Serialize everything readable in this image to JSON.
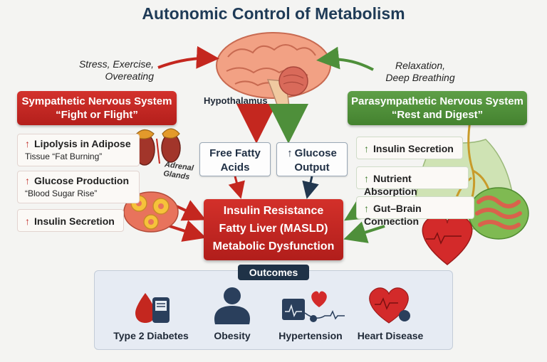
{
  "title": "Autonomic Control of Metabolism",
  "triggers": {
    "stress": [
      "Stress, Exercise,",
      "Overeating"
    ],
    "relax": [
      "Relaxation,",
      "Deep Breathing"
    ]
  },
  "brain": {
    "label": "Hypothalamus"
  },
  "sympathetic": {
    "title": "Sympathetic Nervous System",
    "subtitle": "“Fight or Flight”",
    "effects": [
      {
        "line1": "Lipolysis in Adipose",
        "line2": "Tissue “Fat Burning”"
      },
      {
        "line1": "Glucose Production",
        "line2": "“Blood Sugar Rise”"
      },
      {
        "line1": "Insulin Secretion",
        "line2": ""
      }
    ],
    "adrenal_label": [
      "Adrenal",
      "Glands"
    ]
  },
  "parasympathetic": {
    "title": "Parasympathetic Nervous System",
    "subtitle": "“Rest and Digest”",
    "effects": [
      "Insulin Secretion",
      "Nutrient Absorption",
      "Gut–Brain Connection"
    ]
  },
  "mediators": {
    "ffa": [
      "Free Fatty",
      "Acids"
    ],
    "glucose": [
      "Glucose",
      "Output"
    ]
  },
  "central": [
    "Insulin Resistance",
    "Fatty Liver (MASLD)",
    "Metabolic Dysfunction"
  ],
  "outcomes": {
    "label": "Outcomes",
    "items": [
      {
        "name": "Type 2 Diabetes",
        "icon": "blood-drop-glucose-meter-icon"
      },
      {
        "name": "Obesity",
        "icon": "obese-person-icon"
      },
      {
        "name": "Hypertension",
        "icon": "blood-pressure-monitor-icon"
      },
      {
        "name": "Heart Disease",
        "icon": "heart-disease-icon"
      }
    ]
  },
  "arrow_glyph": "↑",
  "colors": {
    "sympathetic": "#c4271f",
    "parasympathetic": "#4e8f3a",
    "central": "#c4271f",
    "outcomes_label": "#1f3247",
    "title": "#1f3b57"
  }
}
